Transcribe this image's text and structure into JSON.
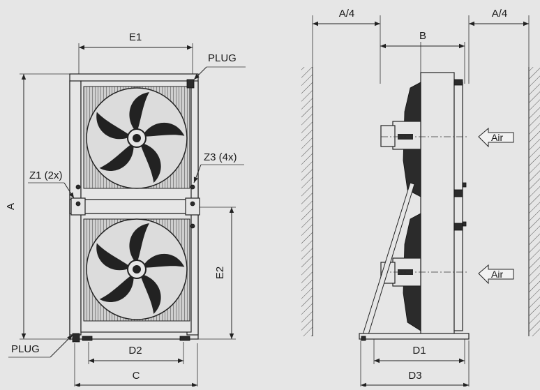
{
  "labels": {
    "e1": "E1",
    "plug_top": "PLUG",
    "plug_bottom": "PLUG",
    "z1": "Z1 (2x)",
    "z3": "Z3 (4x)",
    "a": "A",
    "e2": "E2",
    "d2": "D2",
    "c": "C",
    "a4_left": "A/4",
    "a4_right": "A/4",
    "b": "B",
    "air_top": "Air",
    "air_bottom": "Air",
    "d1": "D1",
    "d3": "D3"
  },
  "icons": [
    "fan-icon",
    "airflow-arrow-icon",
    "motor-icon",
    "wall-hatch-icon"
  ]
}
